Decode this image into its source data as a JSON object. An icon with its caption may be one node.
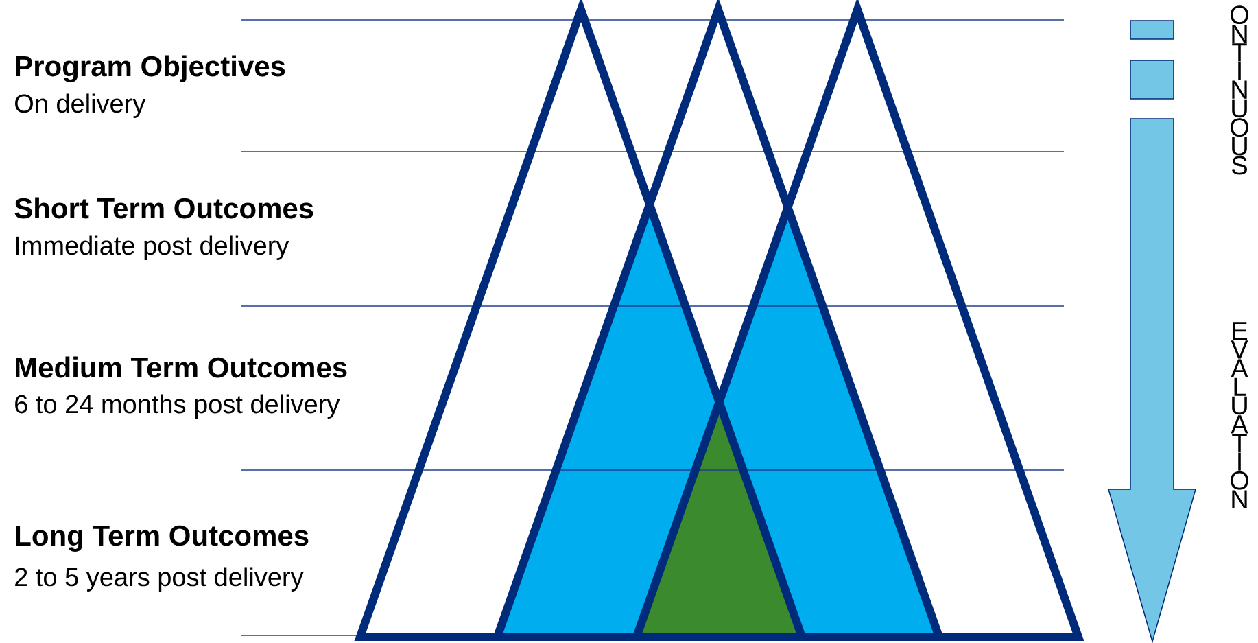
{
  "diagram": {
    "labels": [
      "Program Objectives",
      "On delivery",
      "Short Term Outcomes",
      "Immediate post delivery",
      "Medium Term Outcomes",
      "6 to 24 months post delivery",
      "Long Term Outcomes",
      "2 to 5 years post delivery",
      "ONTINUOUS",
      "EVALUATION"
    ]
  }
}
